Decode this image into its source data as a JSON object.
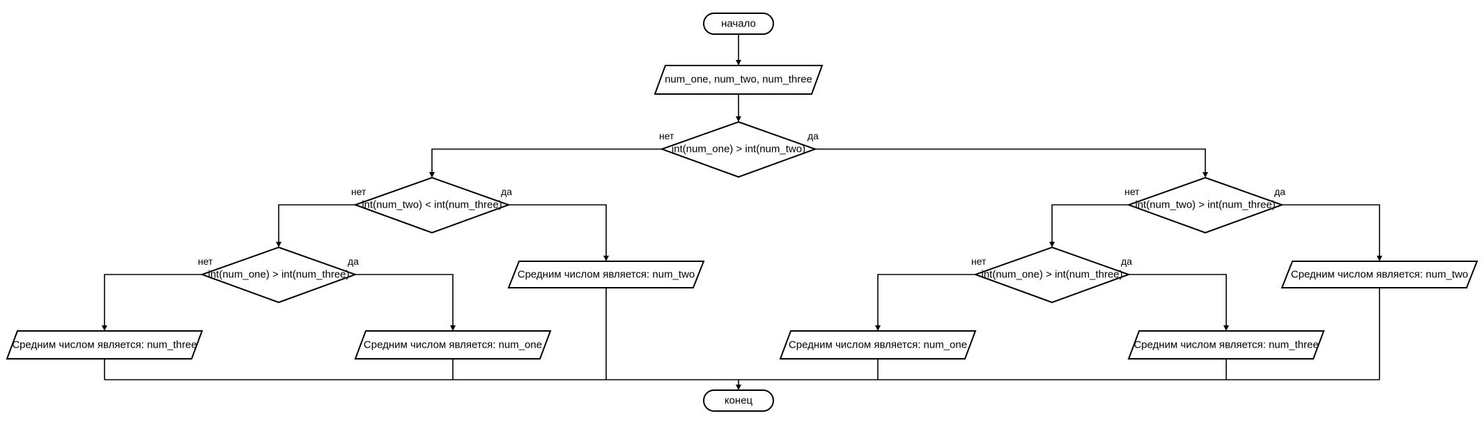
{
  "flowchart": {
    "start": "начало",
    "end": "конец",
    "input": "num_one, num_two, num_three",
    "branch_yes": "да",
    "branch_no": "нет",
    "decisions": {
      "d1": "int(num_one) > int(num_two)",
      "d2": "int(num_two) < int(num_three)",
      "d3": "int(num_two) > int(num_three)",
      "d4": "int(num_one) > int(num_three)",
      "d5": "int(num_one) > int(num_three)"
    },
    "outputs": {
      "o1": "Средним числом является: num_three",
      "o2": "Средним числом является: num_one",
      "o3": "Средним числом является: num_two",
      "o4": "Средним числом является: num_one",
      "o5": "Средним числом является: num_three",
      "o6": "Средним числом является: num_two"
    }
  }
}
